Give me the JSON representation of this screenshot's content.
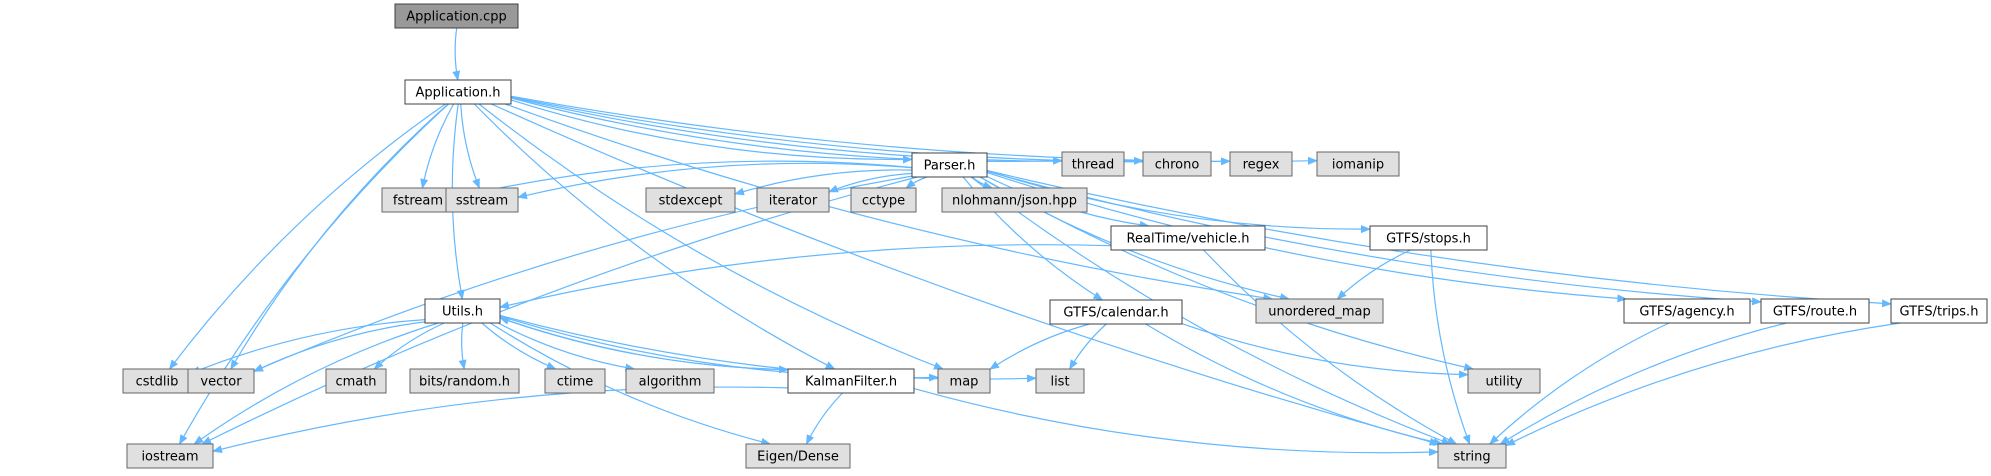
{
  "diagram": {
    "colors": {
      "root_fill": "#999999",
      "project_fill": "#ffffff",
      "system_fill": "#e0e0e0",
      "border": "#666666",
      "project_border": "#404040",
      "edge": "#63b8ff",
      "text": "#000000"
    },
    "nodes": [
      {
        "id": "application_cpp",
        "label": "Application.cpp",
        "kind": "root"
      },
      {
        "id": "application_h",
        "label": "Application.h",
        "kind": "project"
      },
      {
        "id": "parser_h",
        "label": "Parser.h",
        "kind": "project"
      },
      {
        "id": "thread",
        "label": "thread",
        "kind": "system"
      },
      {
        "id": "chrono",
        "label": "chrono",
        "kind": "system"
      },
      {
        "id": "regex",
        "label": "regex",
        "kind": "system"
      },
      {
        "id": "iomanip",
        "label": "iomanip",
        "kind": "system"
      },
      {
        "id": "fstream",
        "label": "fstream",
        "kind": "system"
      },
      {
        "id": "sstream",
        "label": "sstream",
        "kind": "system"
      },
      {
        "id": "stdexcept",
        "label": "stdexcept",
        "kind": "system"
      },
      {
        "id": "iterator",
        "label": "iterator",
        "kind": "system"
      },
      {
        "id": "cctype",
        "label": "cctype",
        "kind": "system"
      },
      {
        "id": "nlohmann_json",
        "label": "nlohmann/json.hpp",
        "kind": "system"
      },
      {
        "id": "realtime_vehicle",
        "label": "RealTime/vehicle.h",
        "kind": "project"
      },
      {
        "id": "gtfs_stops",
        "label": "GTFS/stops.h",
        "kind": "project"
      },
      {
        "id": "utils_h",
        "label": "Utils.h",
        "kind": "project"
      },
      {
        "id": "gtfs_calendar",
        "label": "GTFS/calendar.h",
        "kind": "project"
      },
      {
        "id": "unordered_map",
        "label": "unordered_map",
        "kind": "system"
      },
      {
        "id": "gtfs_agency",
        "label": "GTFS/agency.h",
        "kind": "project"
      },
      {
        "id": "gtfs_route",
        "label": "GTFS/route.h",
        "kind": "project"
      },
      {
        "id": "gtfs_trips",
        "label": "GTFS/trips.h",
        "kind": "project"
      },
      {
        "id": "cstdlib",
        "label": "cstdlib",
        "kind": "system"
      },
      {
        "id": "vector",
        "label": "vector",
        "kind": "system"
      },
      {
        "id": "cmath",
        "label": "cmath",
        "kind": "system"
      },
      {
        "id": "bits_random",
        "label": "bits/random.h",
        "kind": "system"
      },
      {
        "id": "ctime",
        "label": "ctime",
        "kind": "system"
      },
      {
        "id": "algorithm",
        "label": "algorithm",
        "kind": "system"
      },
      {
        "id": "kalman",
        "label": "KalmanFilter.h",
        "kind": "project"
      },
      {
        "id": "map",
        "label": "map",
        "kind": "system"
      },
      {
        "id": "list",
        "label": "list",
        "kind": "system"
      },
      {
        "id": "utility",
        "label": "utility",
        "kind": "system"
      },
      {
        "id": "iostream",
        "label": "iostream",
        "kind": "system"
      },
      {
        "id": "eigen_dense",
        "label": "Eigen/Dense",
        "kind": "system"
      },
      {
        "id": "string",
        "label": "string",
        "kind": "system"
      }
    ],
    "edges": [
      [
        "application_cpp",
        "application_h"
      ],
      [
        "application_h",
        "thread"
      ],
      [
        "application_h",
        "chrono"
      ],
      [
        "application_h",
        "regex"
      ],
      [
        "application_h",
        "iomanip"
      ],
      [
        "application_h",
        "parser_h"
      ],
      [
        "application_h",
        "fstream"
      ],
      [
        "application_h",
        "sstream"
      ],
      [
        "application_h",
        "utils_h"
      ],
      [
        "application_h",
        "kalman"
      ],
      [
        "application_h",
        "map"
      ],
      [
        "application_h",
        "cstdlib"
      ],
      [
        "application_h",
        "vector"
      ],
      [
        "application_h",
        "iostream"
      ],
      [
        "application_h",
        "string"
      ],
      [
        "application_h",
        "unordered_map"
      ],
      [
        "parser_h",
        "fstream"
      ],
      [
        "parser_h",
        "sstream"
      ],
      [
        "parser_h",
        "stdexcept"
      ],
      [
        "parser_h",
        "iterator"
      ],
      [
        "parser_h",
        "cctype"
      ],
      [
        "parser_h",
        "nlohmann_json"
      ],
      [
        "parser_h",
        "realtime_vehicle"
      ],
      [
        "parser_h",
        "gtfs_stops"
      ],
      [
        "parser_h",
        "gtfs_calendar"
      ],
      [
        "parser_h",
        "gtfs_agency"
      ],
      [
        "parser_h",
        "gtfs_route"
      ],
      [
        "parser_h",
        "gtfs_trips"
      ],
      [
        "parser_h",
        "unordered_map"
      ],
      [
        "parser_h",
        "utility"
      ],
      [
        "parser_h",
        "string"
      ],
      [
        "parser_h",
        "vector"
      ],
      [
        "parser_h",
        "iostream"
      ],
      [
        "realtime_vehicle",
        "utils_h"
      ],
      [
        "realtime_vehicle",
        "string"
      ],
      [
        "gtfs_stops",
        "unordered_map"
      ],
      [
        "gtfs_stops",
        "string"
      ],
      [
        "gtfs_calendar",
        "map"
      ],
      [
        "gtfs_calendar",
        "list"
      ],
      [
        "gtfs_calendar",
        "utility"
      ],
      [
        "gtfs_calendar",
        "string"
      ],
      [
        "gtfs_agency",
        "string"
      ],
      [
        "gtfs_route",
        "string"
      ],
      [
        "gtfs_trips",
        "string"
      ],
      [
        "utils_h",
        "cstdlib"
      ],
      [
        "utils_h",
        "vector"
      ],
      [
        "utils_h",
        "cmath"
      ],
      [
        "utils_h",
        "bits_random"
      ],
      [
        "utils_h",
        "ctime"
      ],
      [
        "utils_h",
        "algorithm"
      ],
      [
        "utils_h",
        "kalman"
      ],
      [
        "utils_h",
        "map"
      ],
      [
        "utils_h",
        "list"
      ],
      [
        "utils_h",
        "iostream"
      ],
      [
        "utils_h",
        "eigen_dense"
      ],
      [
        "kalman",
        "utils_h"
      ],
      [
        "kalman",
        "iostream"
      ],
      [
        "kalman",
        "eigen_dense"
      ],
      [
        "kalman",
        "string"
      ]
    ]
  }
}
